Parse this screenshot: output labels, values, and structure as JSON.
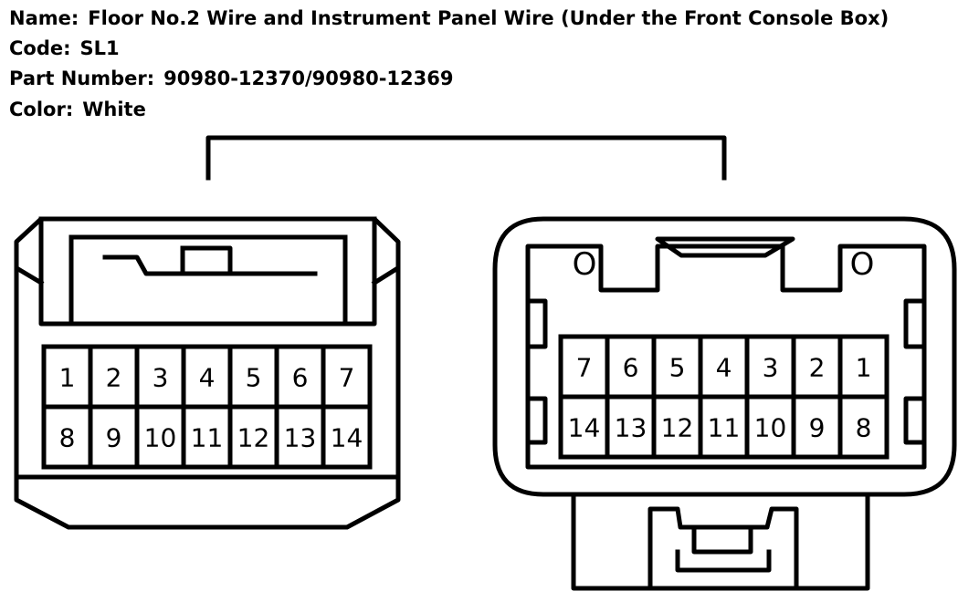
{
  "info": {
    "name_label": "Name:",
    "name_value": "Floor No.2 Wire and Instrument Panel Wire (Under the Front Console Box)",
    "code_label": "Code:",
    "code_value": "SL1",
    "part_label": "Part Number:",
    "part_value": "90980-12370/90980-12369",
    "color_label": "Color:",
    "color_value": "White"
  },
  "connectors": {
    "left": {
      "row1": [
        "1",
        "2",
        "3",
        "4",
        "5",
        "6",
        "7"
      ],
      "row2": [
        "8",
        "9",
        "10",
        "11",
        "12",
        "13",
        "14"
      ]
    },
    "right": {
      "row1": [
        "7",
        "6",
        "5",
        "4",
        "3",
        "2",
        "1"
      ],
      "row2": [
        "14",
        "13",
        "12",
        "11",
        "10",
        "9",
        "8"
      ],
      "markers": [
        "O",
        "O"
      ]
    }
  }
}
